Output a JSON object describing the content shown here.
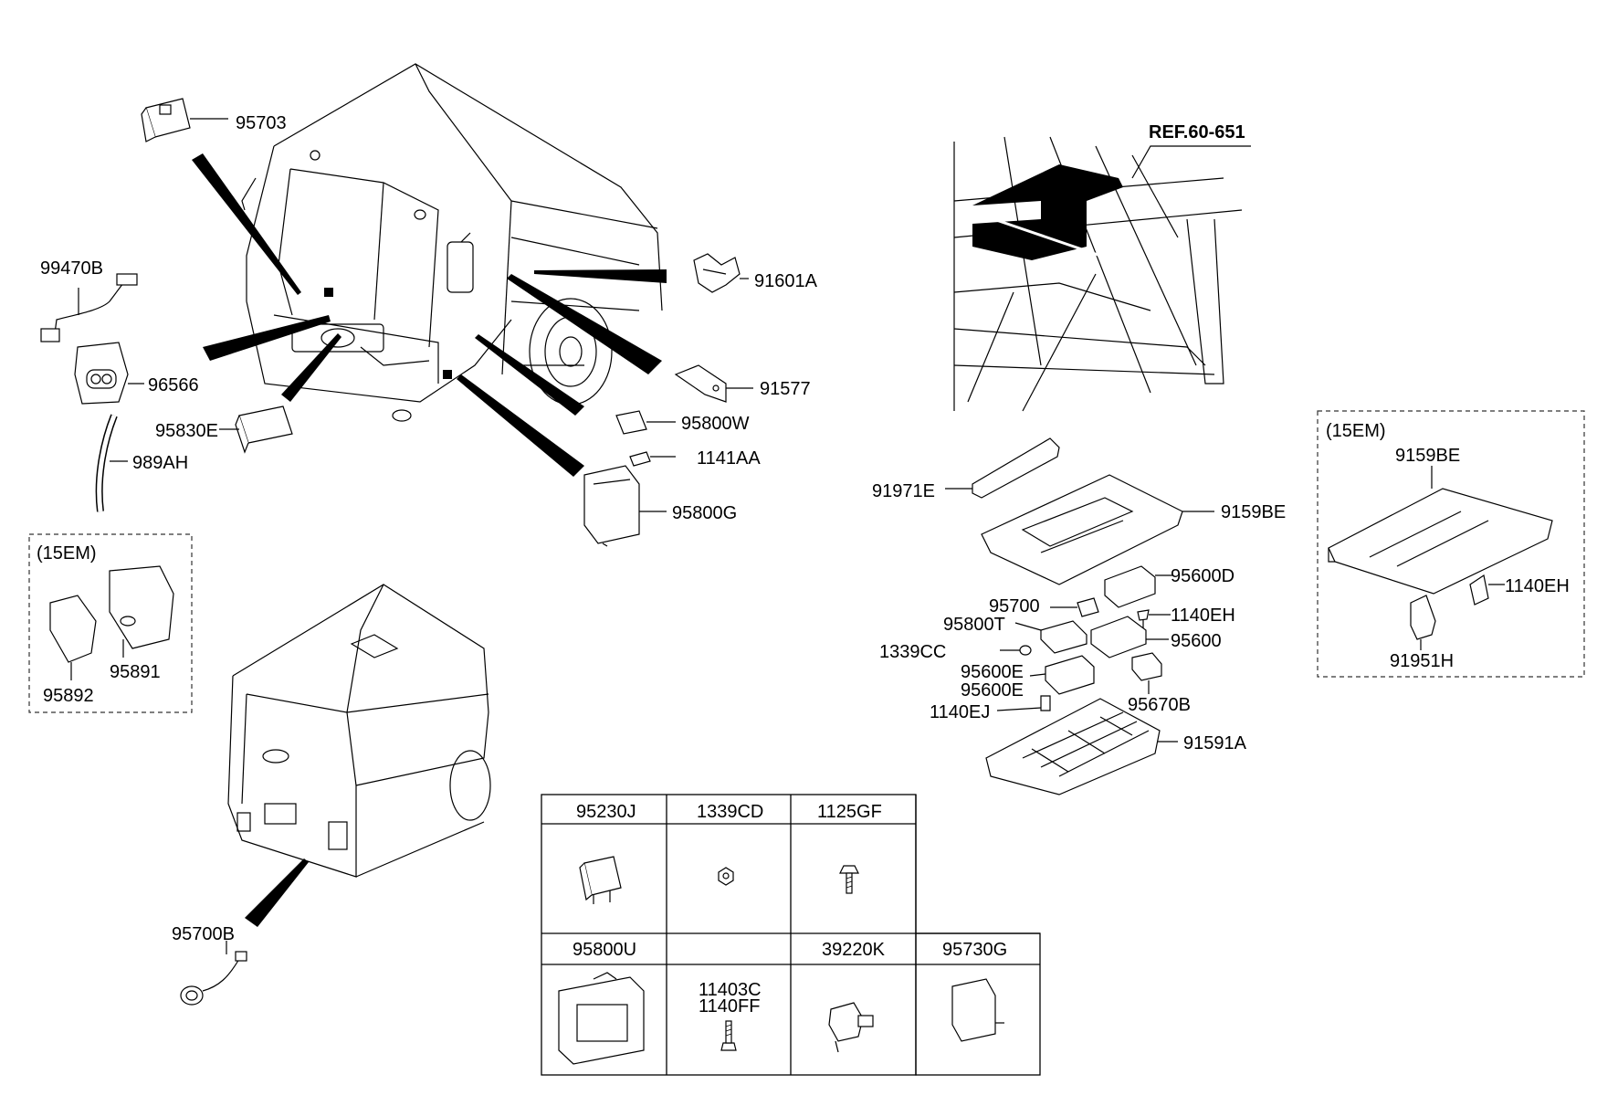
{
  "callouts": {
    "c95703": "95703",
    "c99470B": "99470B",
    "c96566": "96566",
    "c95830E": "95830E",
    "c989AH": "989AH",
    "c91601A": "91601A",
    "c91577": "91577",
    "c95800W": "95800W",
    "c1141AA": "1141AA",
    "c95800G": "95800G",
    "c95892": "95892",
    "c95891": "95891",
    "c95700B": "95700B",
    "refLabel": "REF.60-651",
    "c91971E": "91971E",
    "c9159BE": "9159BE",
    "c95600D": "95600D",
    "c95700": "95700",
    "c1140EH": "1140EH",
    "c95800T": "95800T",
    "c95600": "95600",
    "c1339CC": "1339CC",
    "c95600E_1": "95600E",
    "c95600E_2": "95600E",
    "c95670B": "95670B",
    "c1140EJ": "1140EJ",
    "c91591A": "91591A",
    "r9159BE": "9159BE",
    "r1140EH": "1140EH",
    "r91951H": "91951H"
  },
  "groups": {
    "left15EM": "(15EM)",
    "right15EM": "(15EM)"
  },
  "table": {
    "row1": [
      "95230J",
      "1339CD",
      "1125GF"
    ],
    "row2": [
      "95800U",
      "",
      "39220K",
      "95730G"
    ],
    "multi_line_1": "11403C",
    "multi_line_2": "1140FF"
  }
}
